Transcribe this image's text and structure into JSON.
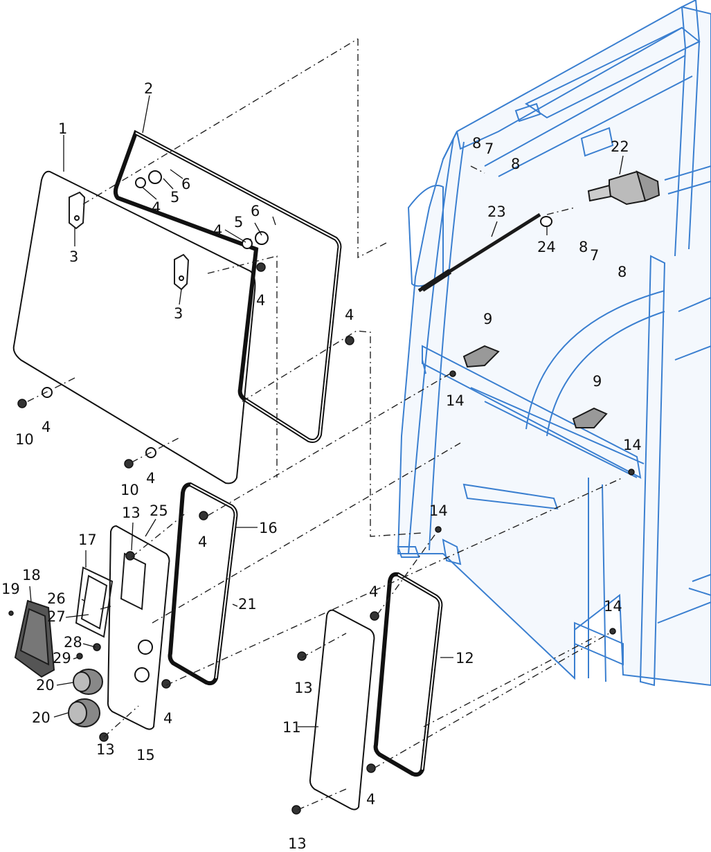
{
  "diagram": {
    "callouts": [
      {
        "id": "c1",
        "label": "1"
      },
      {
        "id": "c2",
        "label": "2"
      },
      {
        "id": "c3a",
        "label": "3"
      },
      {
        "id": "c3b",
        "label": "3"
      },
      {
        "id": "c4a",
        "label": "4"
      },
      {
        "id": "c4b",
        "label": "4"
      },
      {
        "id": "c4c",
        "label": "4"
      },
      {
        "id": "c4d",
        "label": "4"
      },
      {
        "id": "c4e",
        "label": "4"
      },
      {
        "id": "c4f",
        "label": "4"
      },
      {
        "id": "c4g",
        "label": "4"
      },
      {
        "id": "c4h",
        "label": "4"
      },
      {
        "id": "c4i",
        "label": "4"
      },
      {
        "id": "c4j",
        "label": "4"
      },
      {
        "id": "c4k",
        "label": "4"
      },
      {
        "id": "c5a",
        "label": "5"
      },
      {
        "id": "c5b",
        "label": "5"
      },
      {
        "id": "c6a",
        "label": "6"
      },
      {
        "id": "c6b",
        "label": "6"
      },
      {
        "id": "c7a",
        "label": "7"
      },
      {
        "id": "c7b",
        "label": "7"
      },
      {
        "id": "c8a",
        "label": "8"
      },
      {
        "id": "c8b",
        "label": "8"
      },
      {
        "id": "c8c",
        "label": "8"
      },
      {
        "id": "c8d",
        "label": "8"
      },
      {
        "id": "c9a",
        "label": "9"
      },
      {
        "id": "c9b",
        "label": "9"
      },
      {
        "id": "c10a",
        "label": "10"
      },
      {
        "id": "c10b",
        "label": "10"
      },
      {
        "id": "c11",
        "label": "11"
      },
      {
        "id": "c12",
        "label": "12"
      },
      {
        "id": "c13a",
        "label": "13"
      },
      {
        "id": "c13b",
        "label": "13"
      },
      {
        "id": "c13c",
        "label": "13"
      },
      {
        "id": "c13d",
        "label": "13"
      },
      {
        "id": "c14a",
        "label": "14"
      },
      {
        "id": "c14b",
        "label": "14"
      },
      {
        "id": "c14c",
        "label": "14"
      },
      {
        "id": "c14d",
        "label": "14"
      },
      {
        "id": "c15",
        "label": "15"
      },
      {
        "id": "c16",
        "label": "16"
      },
      {
        "id": "c17",
        "label": "17"
      },
      {
        "id": "c18",
        "label": "18"
      },
      {
        "id": "c19",
        "label": "19"
      },
      {
        "id": "c20a",
        "label": "20"
      },
      {
        "id": "c20b",
        "label": "20"
      },
      {
        "id": "c21",
        "label": "21"
      },
      {
        "id": "c22",
        "label": "22"
      },
      {
        "id": "c23",
        "label": "23"
      },
      {
        "id": "c24",
        "label": "24"
      },
      {
        "id": "c25",
        "label": "25"
      },
      {
        "id": "c26",
        "label": "26"
      },
      {
        "id": "c27",
        "label": "27"
      },
      {
        "id": "c28",
        "label": "28"
      },
      {
        "id": "c29",
        "label": "29"
      }
    ],
    "colors": {
      "frame": "#3a7fd0",
      "frame_fill": "#e9f1fb",
      "line": "#1a1a1a"
    }
  }
}
